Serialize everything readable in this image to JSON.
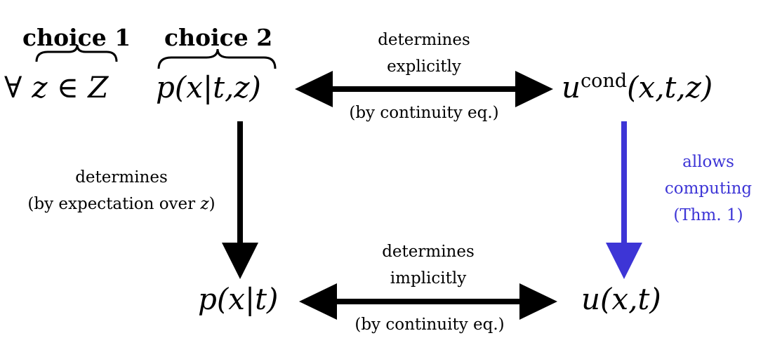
{
  "choices": {
    "choice1": "choice 1",
    "choice2": "choice 2"
  },
  "nodes": {
    "forall_symbol": "∀",
    "z_in_Z": "z ∈ Z",
    "conditional_path": "p(x|t,z)",
    "u_cond_base": "u",
    "u_cond_sup": "cond",
    "u_cond_args": "(x,t,z)",
    "marginal_path": "p(x|t)",
    "marginal_field": "u(x,t)"
  },
  "edges": {
    "top": {
      "line1": "determines",
      "line2": "explicitly",
      "below": "(by continuity eq.)"
    },
    "left": {
      "line1": "determines",
      "line2_prefix": "(by expectation over ",
      "line2_var": "z",
      "line2_suffix": ")"
    },
    "right": {
      "line1": "allows",
      "line2": "computing",
      "line3": "(Thm. 1)"
    },
    "bottom": {
      "line1": "determines",
      "line2": "implicitly",
      "below": "(by continuity eq.)"
    }
  },
  "colors": {
    "arrow": "#000000",
    "highlight": "#3d35d6"
  }
}
